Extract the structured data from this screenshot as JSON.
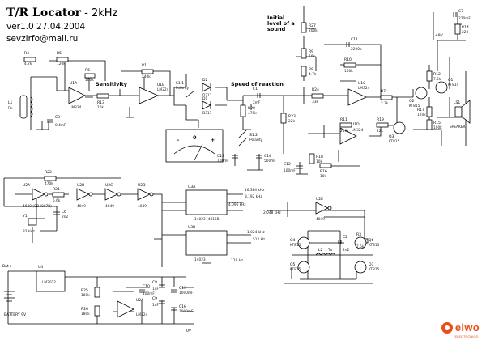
{
  "header": {
    "title": "T/R Locator",
    "freq": " -  2kHz",
    "version": "ver1.0   27.04.2004",
    "email": "sevzirfo@mail.ru"
  },
  "annotations": {
    "sensitivity": "Sensitivity",
    "speed_of_reaction": "Speed of reaction",
    "initial_level": [
      "Initial",
      "level of a",
      "sound"
    ],
    "battery": "BATTERY 9V",
    "bat_plus": "Bat+",
    "gnd": "0V",
    "vplus": "+9V"
  },
  "meter": {
    "minus": "–",
    "plus": "+",
    "zero": "0"
  },
  "components": {
    "r4": [
      "R4",
      "4.7k"
    ],
    "r5": [
      "R5",
      "120k"
    ],
    "r6": [
      "R6",
      "100k"
    ],
    "r13": [
      "R13",
      "10k"
    ],
    "r1": [
      "R1",
      "240k"
    ],
    "r2": [
      "R2",
      "5k"
    ],
    "r20": [
      "R20",
      "470k"
    ],
    "r24": [
      "R24",
      "33k"
    ],
    "r23": [
      "R23",
      "22k"
    ],
    "r27": [
      "R27",
      "200k"
    ],
    "r8": [
      "R8",
      "4.7k"
    ],
    "r9": [
      "R9",
      "10k"
    ],
    "r10": [
      "R10",
      "100k"
    ],
    "r7": [
      "R7",
      "2.7k"
    ],
    "r11": [
      "R11",
      "240k"
    ],
    "r19": [
      "R19",
      "22k"
    ],
    "r12": [
      "R12",
      "7.5k"
    ],
    "r14": [
      "R14",
      "220"
    ],
    "r15": [
      "R15",
      "100k"
    ],
    "r17": [
      "R17",
      "120k"
    ],
    "r22": [
      "R22",
      "470k"
    ],
    "r21": [
      "R21",
      "5.6k"
    ],
    "r18": [
      "R18",
      "10k"
    ],
    "r16": [
      "R16",
      "10k"
    ],
    "r3": [
      "R3",
      "7.5k"
    ],
    "r25": [
      "R25",
      "180k"
    ],
    "r26": [
      "R26",
      "180k"
    ],
    "c1": [
      "C1",
      "2mF"
    ],
    "c3": [
      "C3",
      "0.4mF"
    ],
    "c11": [
      "C11",
      "2200p"
    ],
    "c7": [
      "C7",
      "220mF"
    ],
    "c12": [
      "C12",
      "100mF"
    ],
    "c13": [
      "C13",
      "100mF"
    ],
    "c14": [
      "C14",
      "500mF"
    ],
    "c6": [
      "C6",
      "2n2"
    ],
    "c2": [
      "C2",
      "2n2"
    ],
    "c15": [
      "C15",
      "1000mF"
    ],
    "c16": [
      "C16",
      "1000mF"
    ],
    "c8": [
      "C8",
      "1uF"
    ],
    "c9": [
      "C9",
      "1uF"
    ],
    "c10": [
      "C10",
      "100mF"
    ],
    "u1a": [
      "U1A",
      "LM324"
    ],
    "u1b": [
      "U1B",
      "LM324"
    ],
    "u1c": [
      "U1C",
      "LM324"
    ],
    "u1d": [
      "U1D",
      "LM324"
    ],
    "u2a": [
      "U2A",
      "LM324"
    ],
    "u3a": [
      "U3A",
      "14023 (4013B)"
    ],
    "u3b": [
      "U3B",
      "14023"
    ],
    "u4": [
      "U4",
      "LM2012"
    ],
    "u2a_gate": [
      "U2A",
      "4049 (CD4007B)"
    ],
    "u2b": [
      "U2B",
      "4049"
    ],
    "u2c": [
      "U2C",
      "4049"
    ],
    "u2d": [
      "U2D",
      "4049"
    ],
    "u2e": [
      "U2E",
      "4049"
    ],
    "q1": [
      "Q1",
      "KT814"
    ],
    "q2": [
      "Q2",
      "KT815"
    ],
    "q3": [
      "Q3",
      "KT815"
    ],
    "q4": [
      "Q4",
      "KT815"
    ],
    "q5": [
      "Q5",
      "KT815"
    ],
    "q6": [
      "Q6",
      "KT815"
    ],
    "q7": [
      "Q7",
      "KT815"
    ],
    "d1": [
      "D1",
      "D311"
    ],
    "d2": [
      "D2",
      "D311"
    ],
    "s1_1": [
      "S1.1",
      "Polarity"
    ],
    "s1_2": [
      "S1.2",
      "Polarity"
    ],
    "ls1": [
      "LS1",
      "SPEAKER"
    ],
    "y1": [
      "Y1",
      "32 kHz"
    ],
    "l1": [
      "L1",
      "Rx"
    ],
    "l2": [
      "L2",
      "Tx"
    ]
  },
  "freqs": {
    "f1": "16.384 kHz",
    "f2": "8.192 kHz",
    "f3": "4.096 kHz",
    "f4": "2.048 kHz",
    "f5": "1.024 kHz",
    "f6": "512 Hz",
    "f7": "128 Hz"
  },
  "logo": {
    "text": "elwo",
    "tag": "ELECTRONICS"
  },
  "colors": {
    "ink": "#000000",
    "paper": "#ffffff",
    "brand": "#e94e1b"
  }
}
